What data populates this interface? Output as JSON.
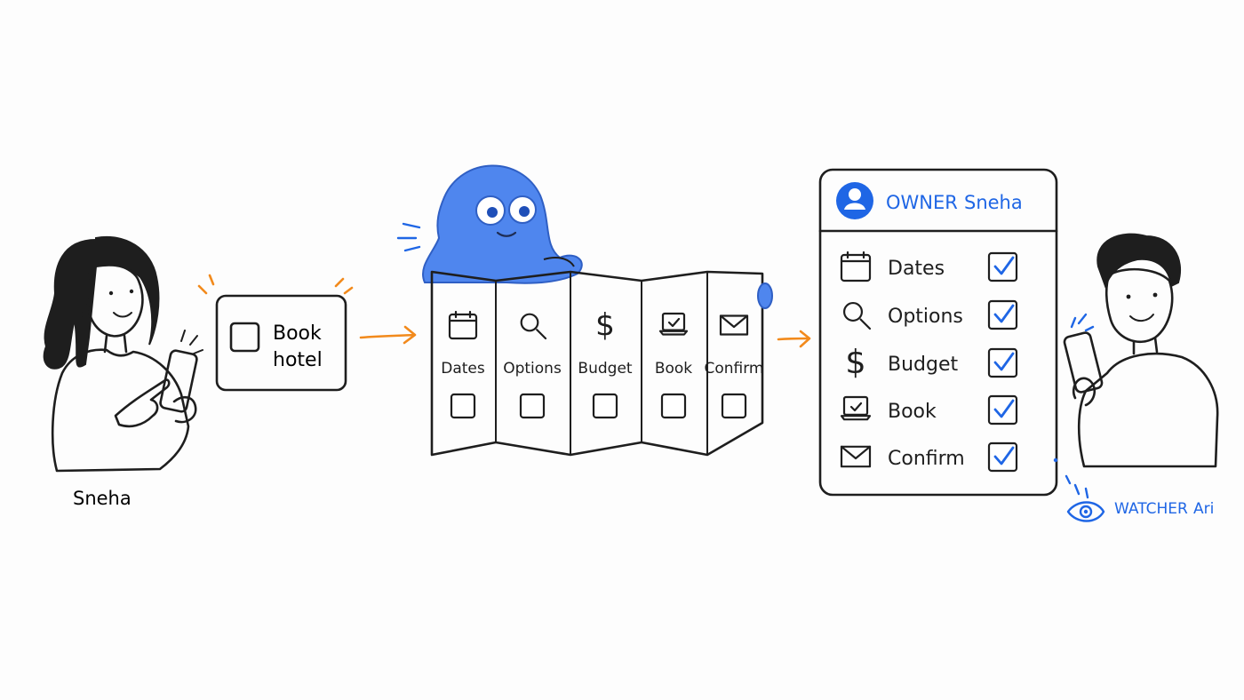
{
  "owner_person": {
    "name": "Sneha"
  },
  "task_card": {
    "label_line1": "Book",
    "label_line2": "hotel",
    "checked": false
  },
  "plan_map": {
    "steps": [
      {
        "label": "Dates",
        "icon": "calendar-icon",
        "checked": false
      },
      {
        "label": "Options",
        "icon": "magnifier-icon",
        "checked": false
      },
      {
        "label": "Budget",
        "icon": "dollar-icon",
        "checked": false
      },
      {
        "label": "Book",
        "icon": "laptop-check-icon",
        "checked": false
      },
      {
        "label": "Confirm",
        "icon": "envelope-icon",
        "checked": false
      }
    ]
  },
  "status_panel": {
    "owner_role": "OWNER",
    "owner_name": "Sneha",
    "items": [
      {
        "label": "Dates",
        "icon": "calendar-icon",
        "checked": true
      },
      {
        "label": "Options",
        "icon": "magnifier-icon",
        "checked": true
      },
      {
        "label": "Budget",
        "icon": "dollar-icon",
        "checked": true
      },
      {
        "label": "Book",
        "icon": "laptop-check-icon",
        "checked": true
      },
      {
        "label": "Confirm",
        "icon": "envelope-icon",
        "checked": true
      }
    ]
  },
  "watcher": {
    "role": "WATCHER",
    "name": "Ari"
  },
  "colors": {
    "accent_blue": "#1f66e5",
    "arrow_orange": "#f28a1c",
    "mascot_blue": "#4f86ee",
    "ink": "#1e1e1e"
  }
}
